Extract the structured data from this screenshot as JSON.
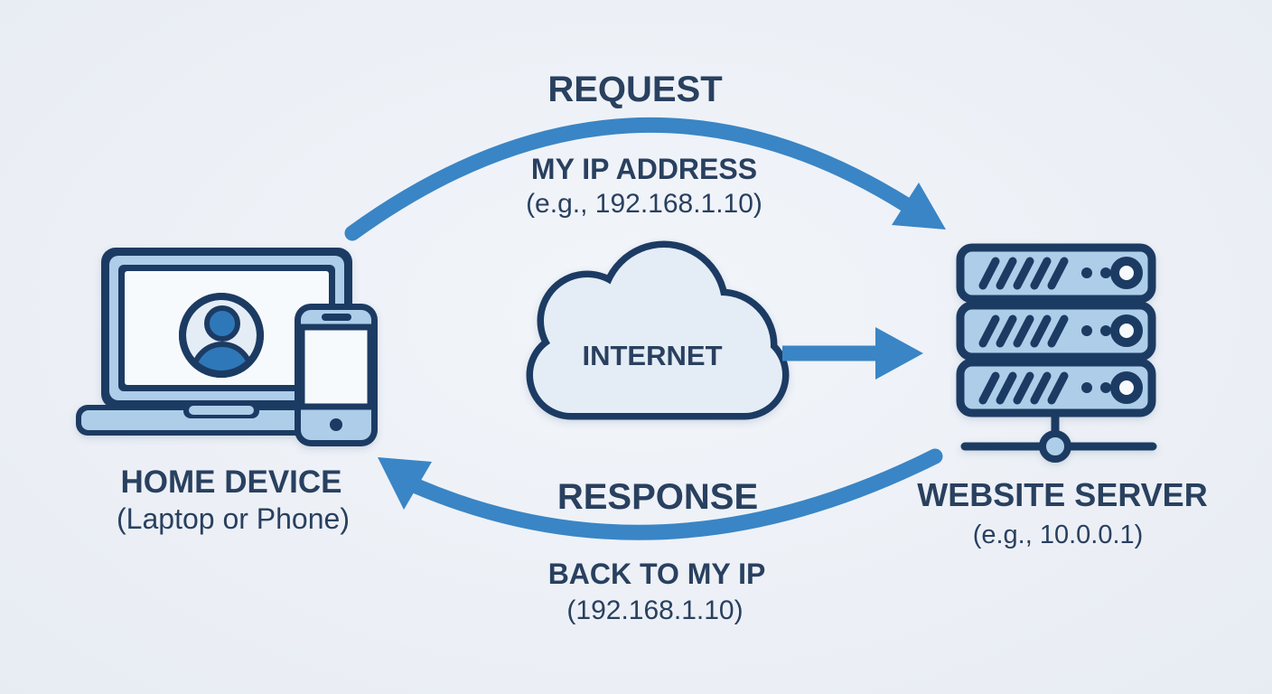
{
  "diagram": {
    "title": "IP request/response flow between a home device and a website server",
    "labels": {
      "request": "REQUEST",
      "request_detail_line1": "MY IP ADDRESS",
      "request_detail_line2": "(e.g., 192.168.1.10)",
      "internet": "INTERNET",
      "home_device": "HOME DEVICE",
      "home_device_sub": "(Laptop or Phone)",
      "website_server": "WEBSITE SERVER",
      "website_server_sub": "(e.g., 10.0.0.1)",
      "response": "RESPONSE",
      "response_detail_line1": "BACK TO MY IP",
      "response_detail_line2": "(192.168.1.10)"
    },
    "icons": {
      "home_device": "laptop-phone-icon",
      "user": "user-avatar-icon",
      "internet": "cloud-icon",
      "server": "server-rack-icon",
      "network_node": "network-node-icon",
      "request_arrow": "curved-arrow-right-icon",
      "response_arrow": "curved-arrow-left-icon",
      "cloud_to_server_arrow": "arrow-right-icon"
    },
    "colors": {
      "background": "#edf1f6",
      "outline_navy": "#1e3a63",
      "text_navy": "#29405f",
      "arrow_blue": "#3a85c5",
      "light_blue_fill": "#aecde9",
      "pale_blue_fill": "#e4edf6",
      "screen_white": "#f7fafc",
      "avatar_blue": "#2f78ba"
    }
  }
}
